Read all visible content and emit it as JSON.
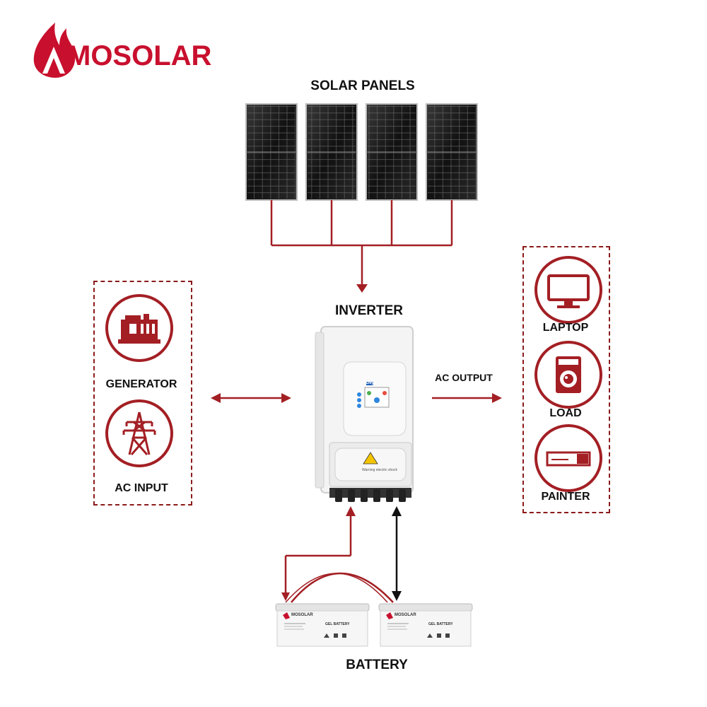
{
  "brand": {
    "name_rest": "MOSOLAR",
    "battery_brand": "MOSOLAR",
    "battery_type": "GEL BATTERY"
  },
  "solar": {
    "title": "SOLAR PANELS"
  },
  "inverter": {
    "title": "INVERTER",
    "screen_brand": "Deye",
    "warning_text": "Warning electric shock"
  },
  "inputs": {
    "generator": "GENERATOR",
    "ac_input": "AC INPUT"
  },
  "outputs": {
    "ac_output": "AC OUTPUT",
    "laptop": "LAPTOP",
    "load": "LOAD",
    "painter": "PAINTER"
  },
  "battery": {
    "title": "BATTERY"
  },
  "colors": {
    "brand_red": "#c8102e",
    "line_red": "#a31f24",
    "dash_red": "#8b1a1a"
  }
}
